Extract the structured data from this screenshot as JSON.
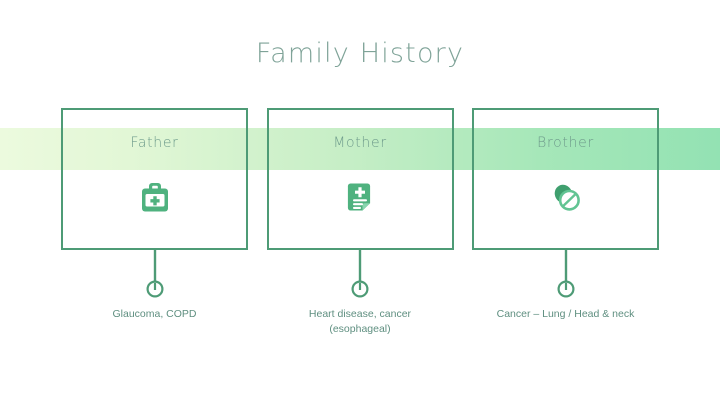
{
  "page": {
    "title": "Family History",
    "background": "#ffffff"
  },
  "theme": {
    "border_color": "#4e9b76",
    "icon_color": "#4fb27f",
    "icon_color_dark": "#3f9f6e",
    "label_color": "#6f9c8c",
    "caption_color": "#5f8f80",
    "title_color": "#7fa398",
    "band_from": "#ecfade",
    "band_to": "#93e2b3"
  },
  "band": {
    "name": "highlight-band",
    "gradient_from": "#ecfade",
    "gradient_to": "#93e2b3"
  },
  "columns": [
    {
      "id": "father",
      "label": "Father",
      "icon": "first-aid-kit-icon",
      "caption_line1": "Glaucoma, COPD",
      "caption_line2": ""
    },
    {
      "id": "mother",
      "label": "Mother",
      "icon": "medical-record-icon",
      "caption_line1": "Heart disease, cancer",
      "caption_line2": "(esophageal)"
    },
    {
      "id": "brother",
      "label": "Brother",
      "icon": "pills-icon",
      "caption_line1": "Cancer – Lung / Head & neck",
      "caption_line2": ""
    }
  ]
}
